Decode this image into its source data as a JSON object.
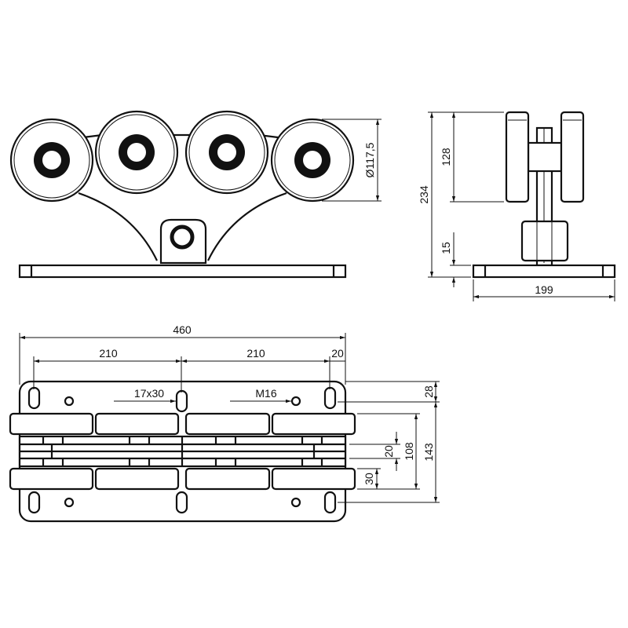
{
  "front_view": {
    "diameter_label": "Ø117,5"
  },
  "side_view": {
    "height_total": "234",
    "wheel_height": "128",
    "plate_thickness": "15",
    "width": "199"
  },
  "top_view": {
    "length": "460",
    "spacing_left": "210",
    "spacing_right": "210",
    "edge_offset": "20",
    "slot_label": "17x30",
    "thread_label": "M16",
    "dim_28": "28",
    "dim_143": "143",
    "dim_108": "108",
    "dim_20": "20",
    "dim_30": "30"
  }
}
